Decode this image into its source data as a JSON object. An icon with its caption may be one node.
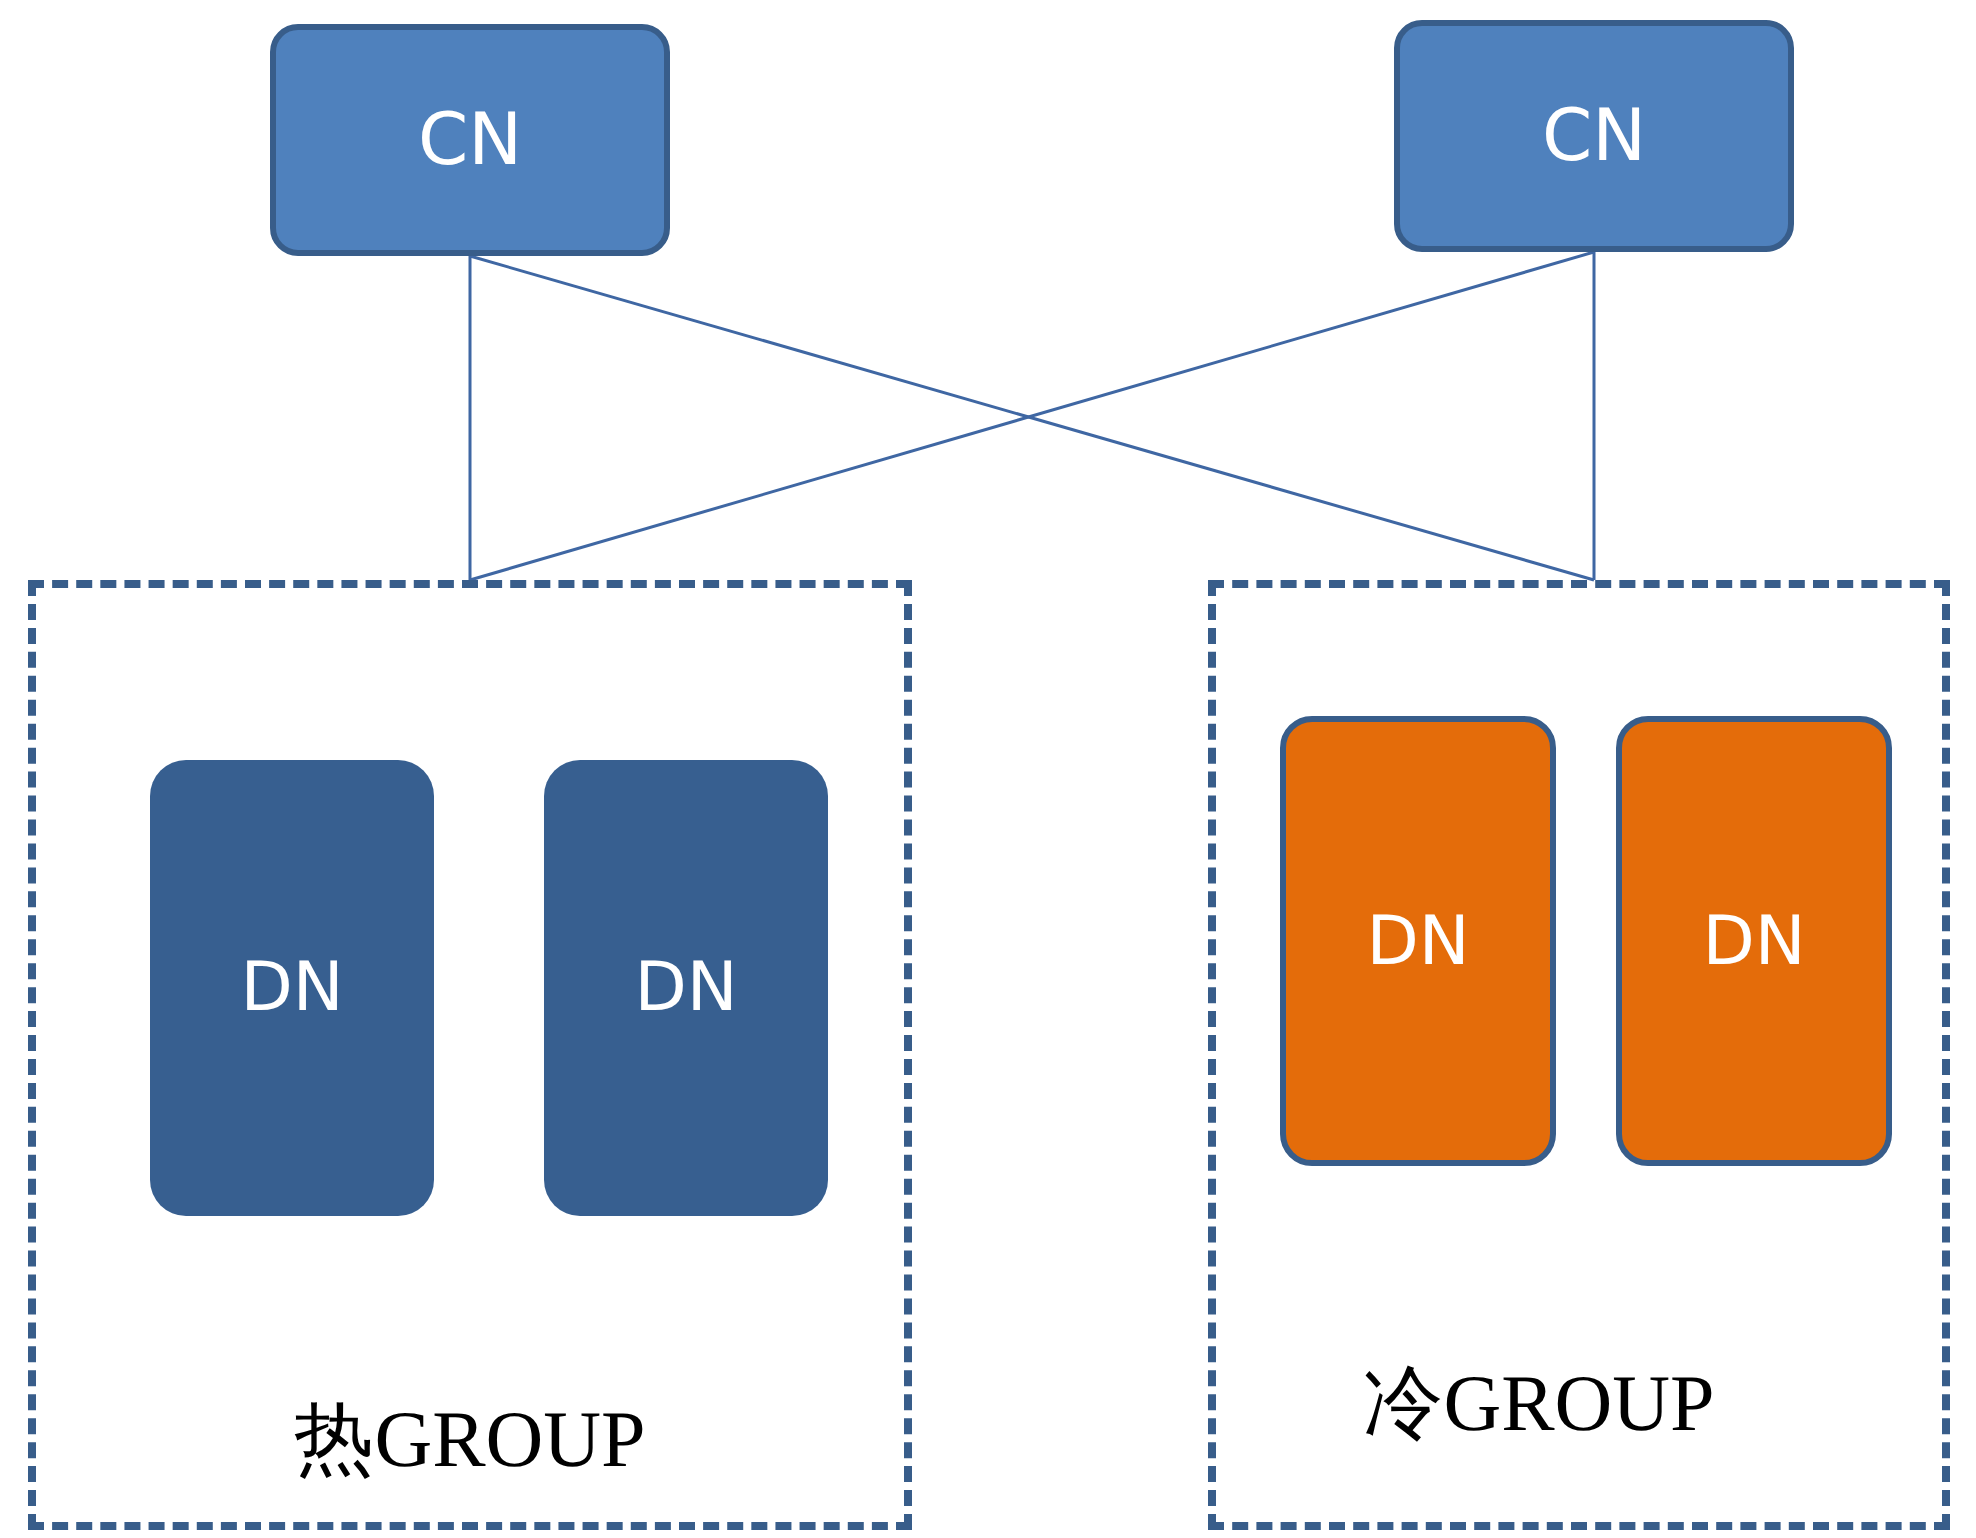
{
  "diagram": {
    "nodes": [
      {
        "text": [
          "CN"
        ]
      },
      {
        "text": [
          "CN"
        ]
      },
      {
        "text": [
          "热GROUP"
        ]
      },
      {
        "text": [
          "DN"
        ],
        "in": 2
      },
      {
        "text": [
          "DN"
        ],
        "in": 2
      },
      {
        "text": [
          "冷GROUP"
        ]
      },
      {
        "text": [
          "DN"
        ],
        "in": 5
      },
      {
        "text": [
          "DN"
        ],
        "in": 5
      }
    ],
    "edges": [
      {
        "from": 0,
        "to": 2,
        "arrow": "none"
      },
      {
        "from": 0,
        "to": 5,
        "arrow": "none"
      },
      {
        "from": 1,
        "to": 2,
        "arrow": "none"
      },
      {
        "from": 1,
        "to": 5,
        "arrow": "none"
      }
    ]
  }
}
